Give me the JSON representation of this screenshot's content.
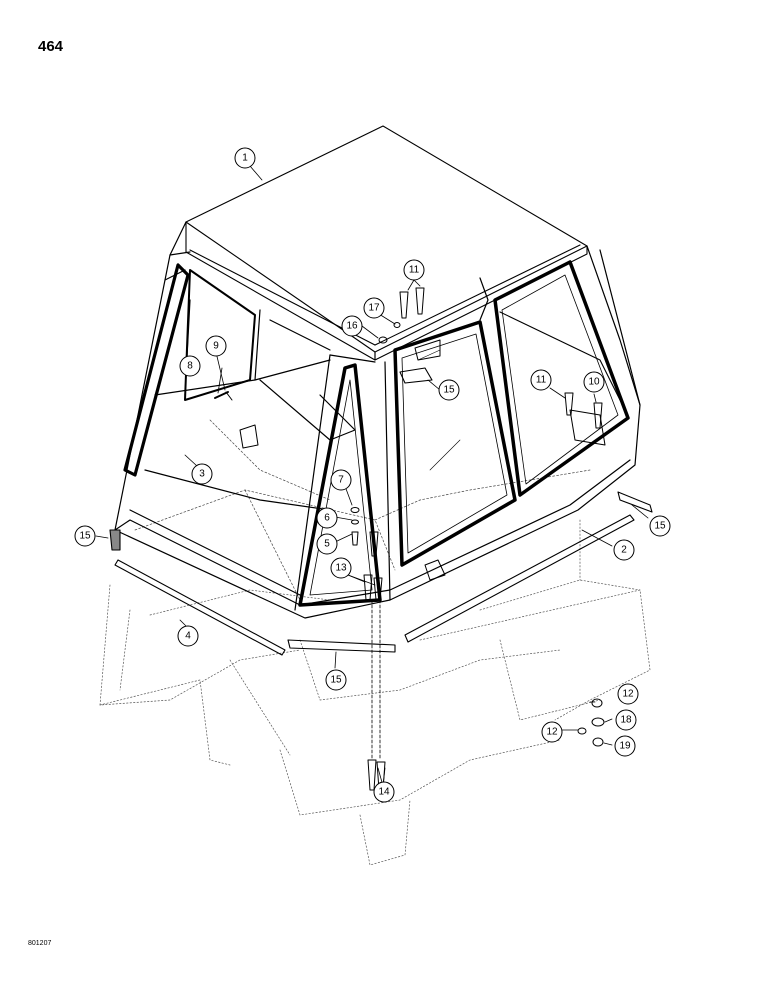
{
  "page_number": "464",
  "drawing_code": "801207",
  "callouts": [
    "1",
    "2",
    "3",
    "4",
    "5",
    "6",
    "7",
    "8",
    "9",
    "10",
    "11",
    "11",
    "12",
    "12",
    "13",
    "14",
    "15",
    "15",
    "15",
    "15",
    "16",
    "17",
    "18",
    "19"
  ]
}
